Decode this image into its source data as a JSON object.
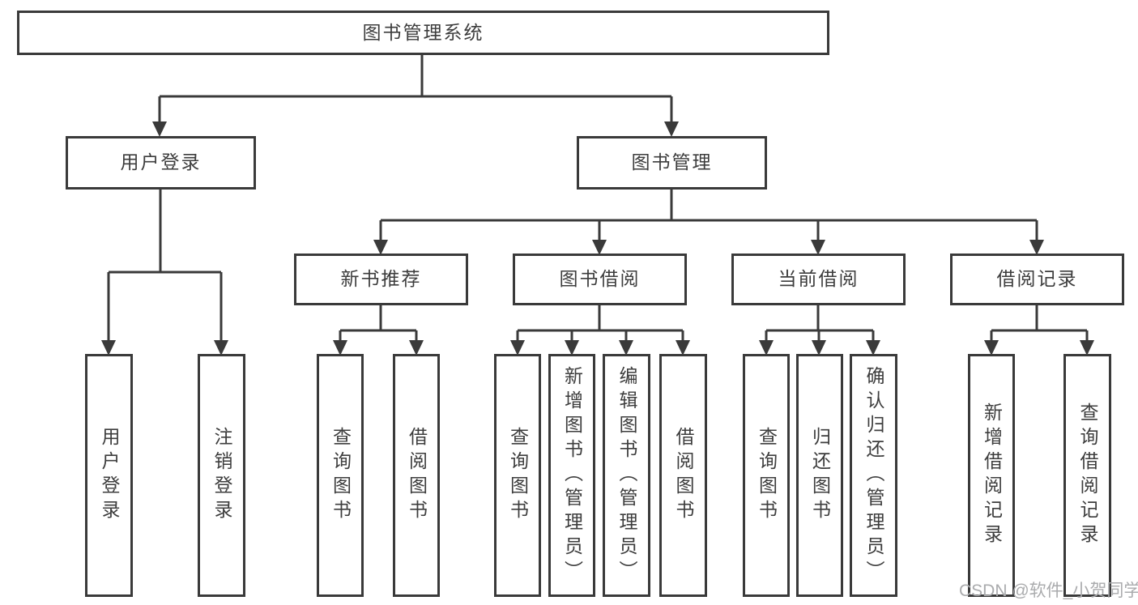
{
  "tree": {
    "label": "图书管理系统",
    "children": [
      {
        "label": "用户登录",
        "children": [
          {
            "label": "用户登录"
          },
          {
            "label": "注销登录"
          }
        ]
      },
      {
        "label": "图书管理",
        "children": [
          {
            "label": "新书推荐",
            "children": [
              {
                "label": "查询图书"
              },
              {
                "label": "借阅图书"
              }
            ]
          },
          {
            "label": "图书借阅",
            "children": [
              {
                "label": "查询图书"
              },
              {
                "label": "新增图书（管理员）"
              },
              {
                "label": "编辑图书（管理员）"
              },
              {
                "label": "借阅图书"
              }
            ]
          },
          {
            "label": "当前借阅",
            "children": [
              {
                "label": "查询图书"
              },
              {
                "label": "归还图书"
              },
              {
                "label": "确认归还（管理员）"
              }
            ]
          },
          {
            "label": "借阅记录",
            "children": [
              {
                "label": "新增借阅记录"
              },
              {
                "label": "查询借阅记录"
              }
            ]
          }
        ]
      }
    ]
  },
  "watermark": "CSDN @软件_小贺同学",
  "colors": {
    "line": "#3a3a3a",
    "text": "#3d3d3d",
    "watermark": "#aaabad",
    "background": "#ffffff"
  }
}
